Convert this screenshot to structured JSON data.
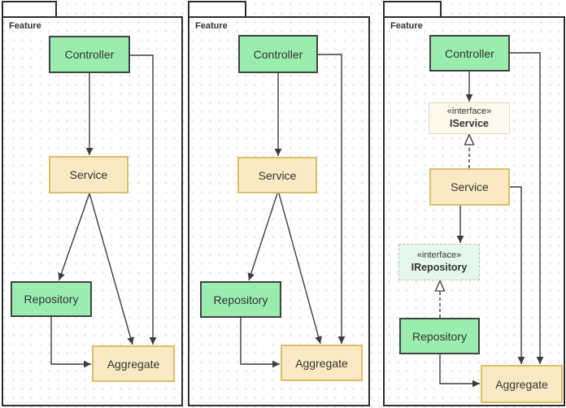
{
  "diagram": {
    "kind": "uml-package-diagram",
    "colors": {
      "class_green_fill": "#9bedaf",
      "class_green_border": "#424242",
      "class_yellow_fill": "#fbe9c4",
      "class_yellow_border": "#dcbe68",
      "interface_yellow_fill": "#fdf9ed",
      "interface_yellow_border": "#e5d9b6",
      "interface_green_fill": "#e6f8ee",
      "interface_green_border": "#a8cdb4",
      "connector": "#3d3d3d",
      "frame_border": "#2e2e2e"
    },
    "panels": [
      {
        "label": "Feature",
        "nodes": {
          "controller": "Controller",
          "service": "Service",
          "repository": "Repository",
          "aggregate": "Aggregate"
        }
      },
      {
        "label": "Feature",
        "nodes": {
          "controller": "Controller",
          "service": "Service",
          "repository": "Repository",
          "aggregate": "Aggregate"
        }
      },
      {
        "label": "Feature",
        "nodes": {
          "controller": "Controller",
          "iservice_stereotype": "«interface»",
          "iservice_name": "IService",
          "service": "Service",
          "irepository_stereotype": "«interface»",
          "irepository_name": "IRepository",
          "repository": "Repository",
          "aggregate": "Aggregate"
        }
      }
    ]
  }
}
